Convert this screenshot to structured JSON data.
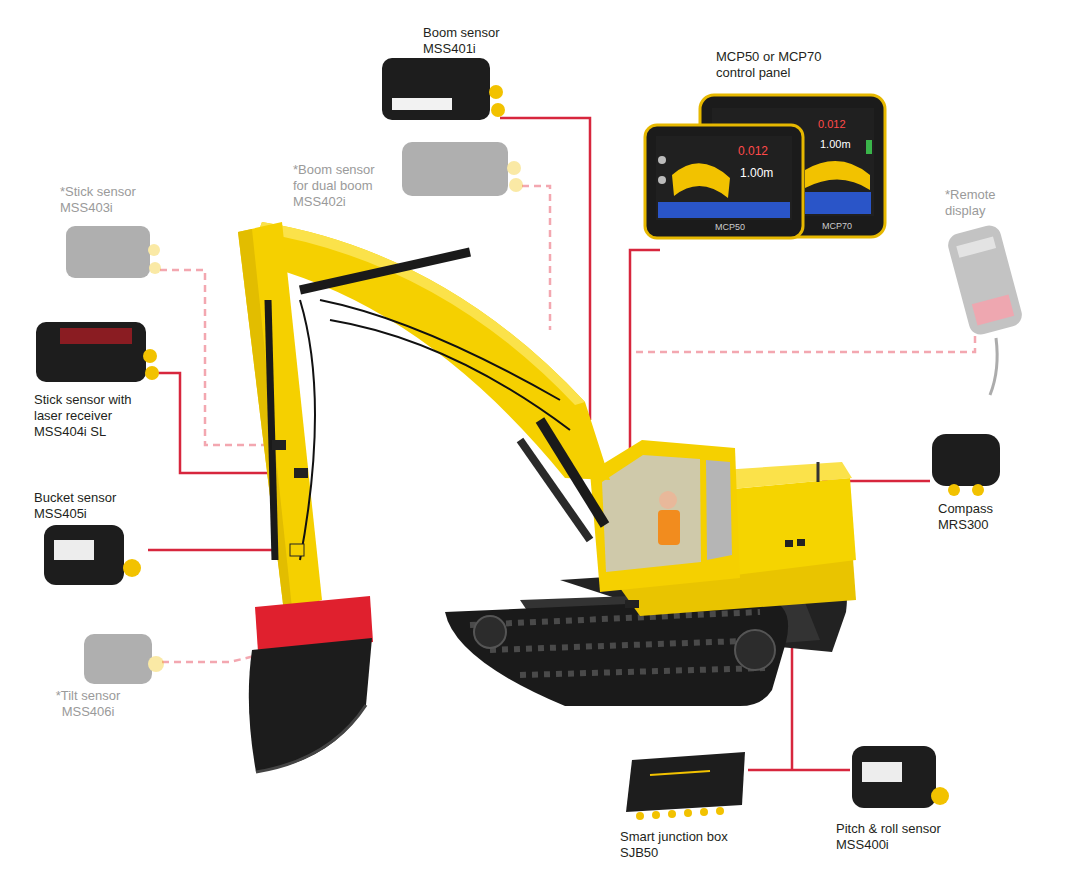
{
  "diagram": {
    "labels": [
      "Boom sensor MSS401i",
      "MCP50 or MCP70 control panel",
      "*Boom sensor for dual boom MSS402i",
      "*Remote display",
      "*Stick sensor MSS403i",
      "Stick sensor with laser receiver MSS404i SL",
      "Bucket sensor MSS405i",
      "Compass MRS300",
      "*Tilt sensor MSS406i",
      "Smart junction box SJB50",
      "Pitch & roll sensor MSS400i",
      "0.012",
      "1.00m",
      "MCP70",
      "0.012",
      "1.00m",
      "MCP50"
    ]
  }
}
